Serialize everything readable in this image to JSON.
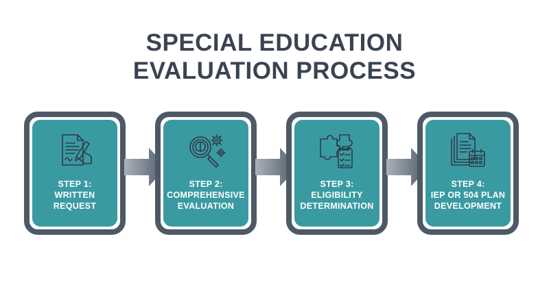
{
  "title": {
    "line1": "SPECIAL EDUCATION",
    "line2": "EVALUATION PROCESS"
  },
  "colors": {
    "card_fill": "#3a9aa2",
    "card_border": "#4e5966",
    "title_text": "#3a4451",
    "icon_stroke": "#2f3b48",
    "arrow_fill": "#4e5966"
  },
  "steps": [
    {
      "line1": "STEP 1:",
      "line2": "WRITTEN",
      "line3": "REQUEST",
      "icon": "signing-document-icon"
    },
    {
      "line1": "STEP 2:",
      "line2": "COMPREHENSIVE",
      "line3": "EVALUATION",
      "icon": "brain-magnifier-gears-icon"
    },
    {
      "line1": "STEP 3:",
      "line2": "ELIGIBILITY",
      "line3": "DETERMINATION",
      "icon": "puzzle-checklist-icon"
    },
    {
      "line1": "STEP 4:",
      "line2": "IEP OR 504 PLAN",
      "line3": "DEVELOPMENT",
      "icon": "documents-calendar-icon"
    }
  ]
}
